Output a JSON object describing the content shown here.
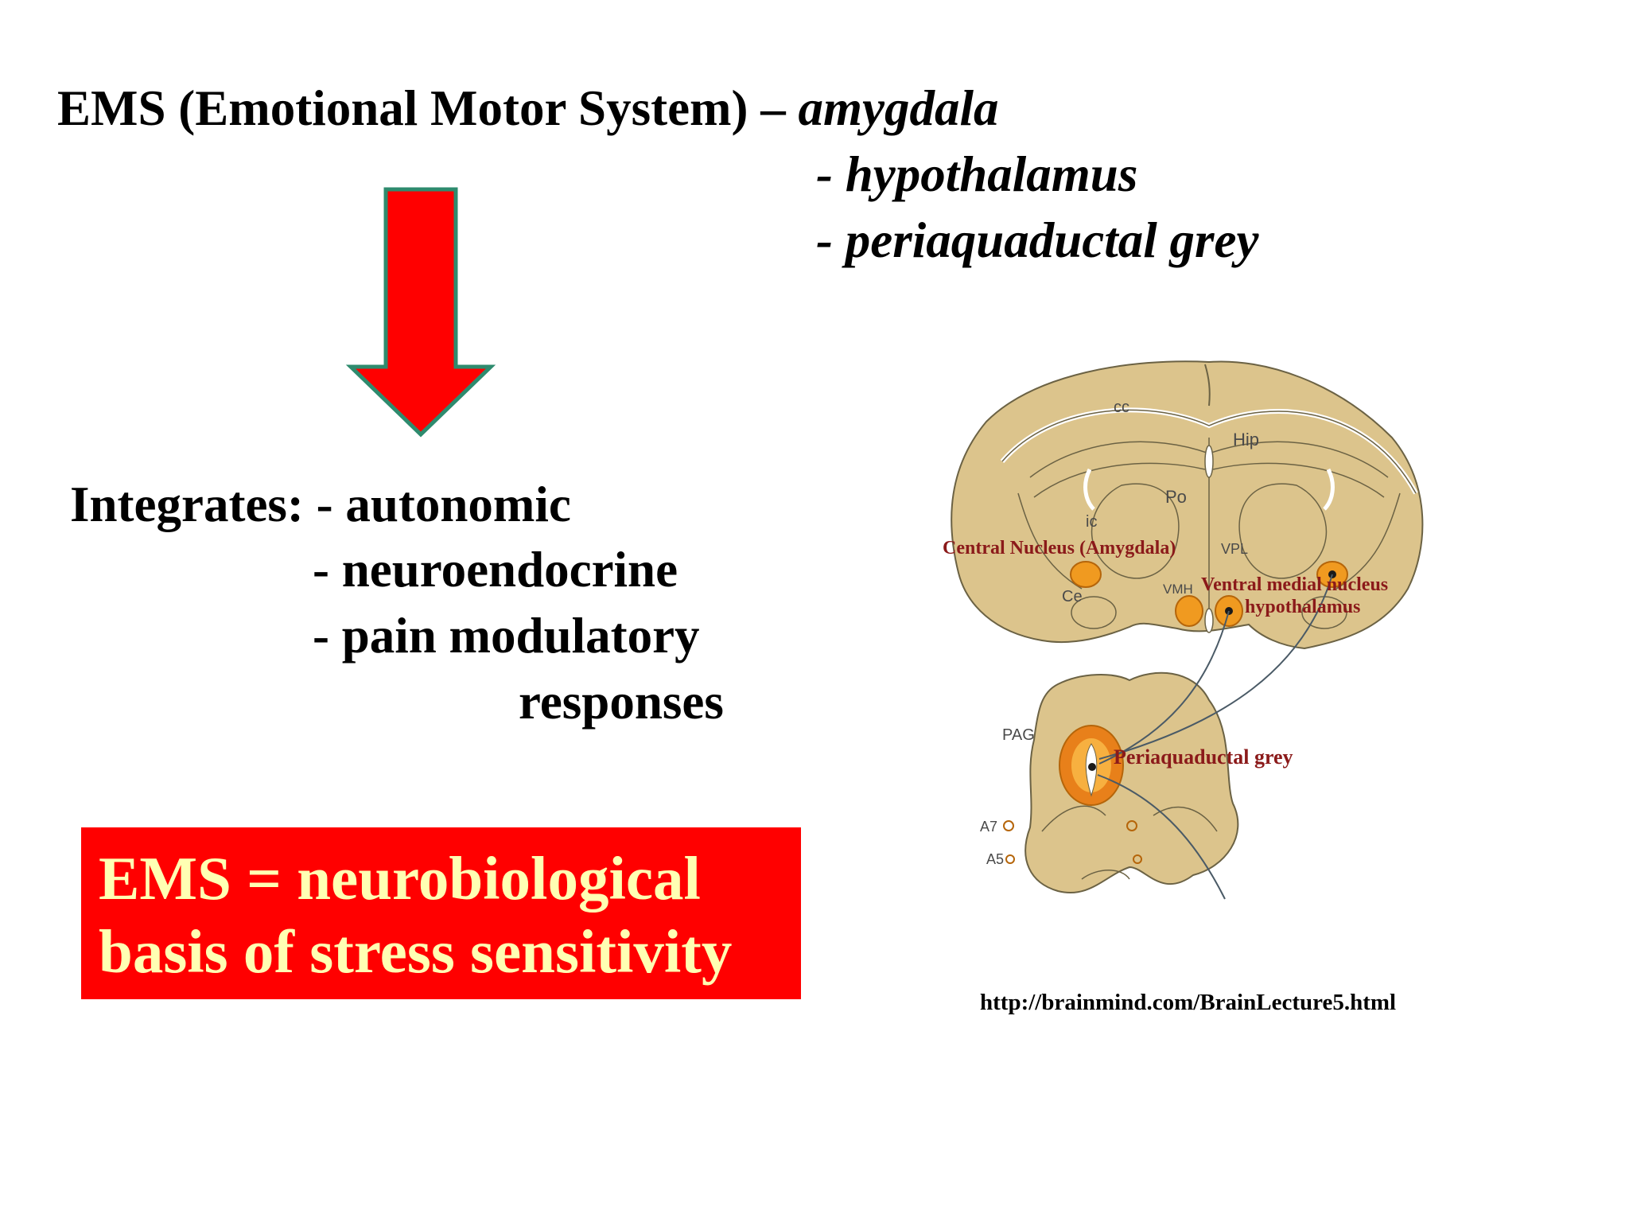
{
  "title": {
    "main": "EMS (Emotional Motor System) – ",
    "structure_1": "amygdala",
    "structure_2": "- hypothalamus",
    "structure_3": "- periaquaductal grey"
  },
  "integrates": {
    "line_1": "Integrates: - autonomic",
    "line_2": "- neuroendocrine",
    "line_3": "- pain modulatory",
    "line_4": "responses"
  },
  "callout": {
    "line_1": "EMS = neurobiological",
    "line_2": "basis of stress sensitivity"
  },
  "figure": {
    "labels": {
      "cc": "cc",
      "hip": "Hip",
      "po": "Po",
      "ic": "ic",
      "vpl": "VPL",
      "ce": "Ce",
      "vmh": "VMH",
      "pag": "PAG",
      "a7": "A7",
      "a5": "A5"
    },
    "annotations": {
      "amygdala": "Central Nucleus (Amygdala)",
      "vmh_1": "Ventral medial nucleus",
      "vmh_2": "hypothalamus",
      "pag": "Periaquaductal grey"
    },
    "colors": {
      "tissue": "#dcc48c",
      "nucleus": "#f09a20",
      "annotation": "#8b1a1a"
    }
  },
  "source_url": "http://brainmind.com/BrainLecture5.html",
  "colors": {
    "arrow_fill": "#ff0000",
    "arrow_stroke": "#2e8b6e",
    "callout_bg": "#ff0000",
    "callout_text": "#ffffb3"
  }
}
